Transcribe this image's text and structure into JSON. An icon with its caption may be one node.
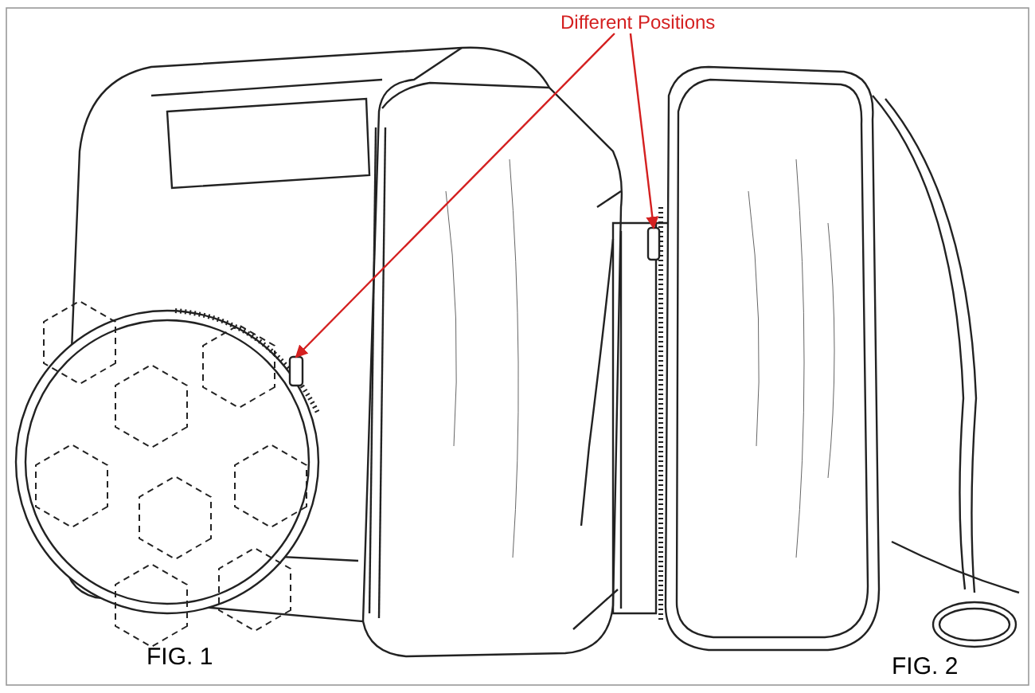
{
  "diagram": {
    "nodes": [
      {
        "text": [
          "Different Positions"
        ]
      },
      {
        "text": [],
        "shape": "box"
      },
      {
        "text": [],
        "shape": "box"
      }
    ],
    "edges": [
      {
        "from": 0,
        "to": 1,
        "arrow": "to"
      },
      {
        "from": 0,
        "to": 2,
        "arrow": "to"
      }
    ],
    "labels": [
      "FIG. 1",
      "FIG. 2"
    ]
  }
}
